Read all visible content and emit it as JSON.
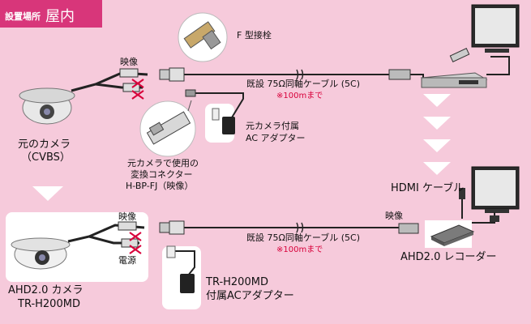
{
  "header": {
    "tag_small": "設置場所",
    "tag_big": "屋内"
  },
  "labels": {
    "f_connector": "F 型接栓",
    "video_top": "映像",
    "cable_top": "既設 75Ω同軸ケーブル (5C)",
    "note_top": "※100mまで",
    "orig_camera_line1": "元のカメラ",
    "orig_camera_line2": "（CVBS）",
    "orig_adapter_line1": "元カメラ付属",
    "orig_adapter_line2": "AC アダプター",
    "converter_line1": "元カメラで使用の",
    "converter_line2": "変換コネクター",
    "converter_line3": "H-BP-FJ（映像）",
    "hdmi_cable": "HDMI ケーブル",
    "video_bottom_left": "映像",
    "power_bottom": "電源",
    "video_bottom_right": "映像",
    "cable_bottom": "既設 75Ω同軸ケーブル (5C)",
    "note_bottom": "※100mまで",
    "recorder": "AHD2.0 レコーダー",
    "new_adapter_line1": "TR-H200MD",
    "new_adapter_line2": "付属ACアダプター",
    "new_camera_line1": "AHD2.0 カメラ",
    "new_camera_line2": "TR-H200MD"
  },
  "colors": {
    "background": "#f6cadb",
    "accent": "#d8367a",
    "arrow": "#ffffff",
    "note": "#d8003a",
    "cable": "#222222"
  }
}
